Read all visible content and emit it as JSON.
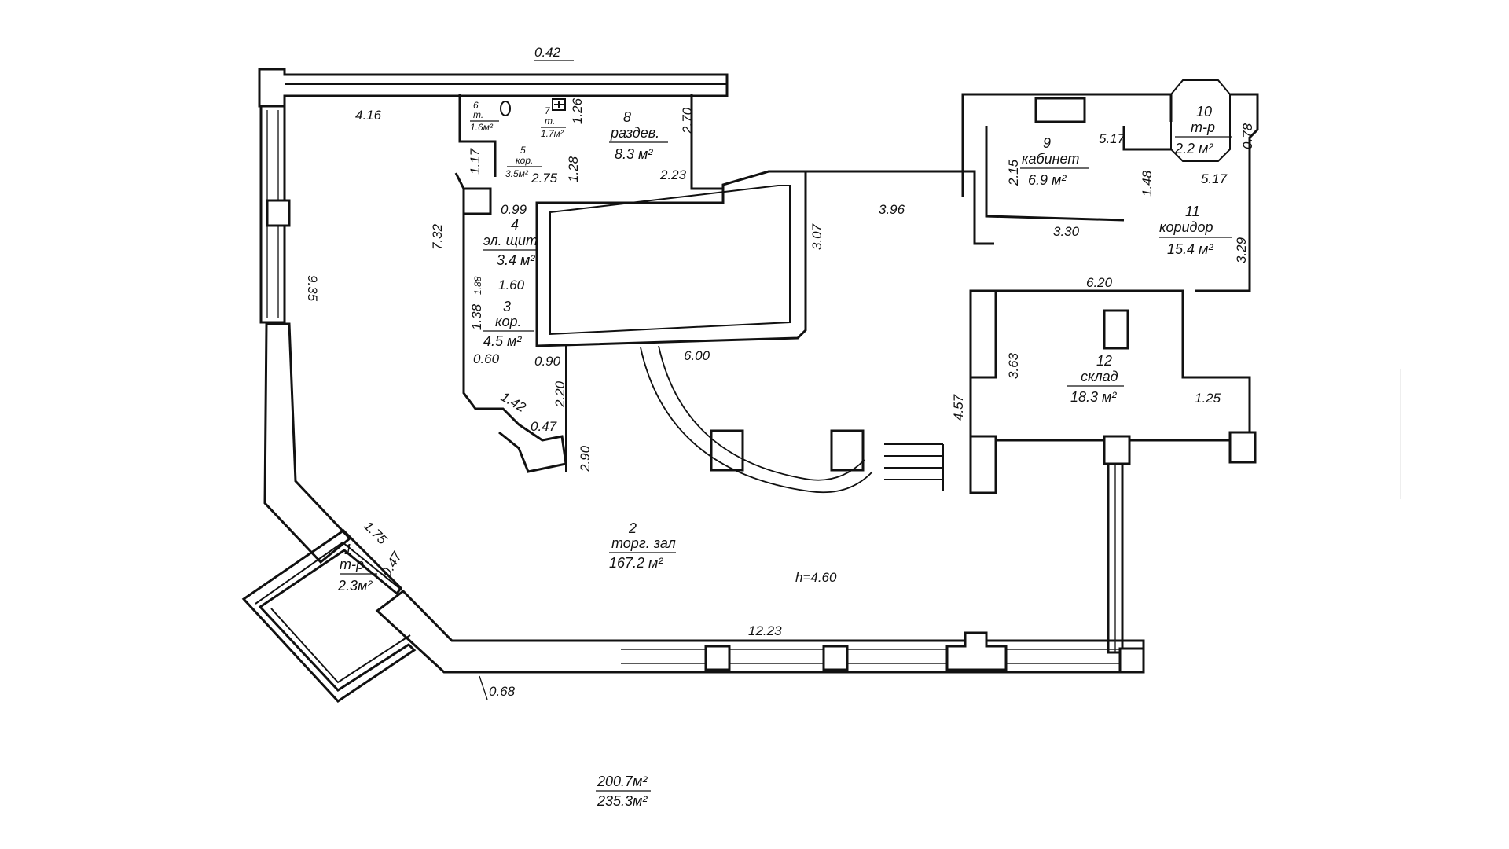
{
  "rooms": [
    {
      "num": "1",
      "name": "т-р",
      "area": "2.3м²"
    },
    {
      "num": "2",
      "name": "торг. зал",
      "area": "167.2 м²"
    },
    {
      "num": "3",
      "name": "кор.",
      "area": "4.5 м²"
    },
    {
      "num": "4",
      "name": "эл. щит",
      "area": "3.4 м²"
    },
    {
      "num": "5",
      "name": "кор.",
      "area": "3.5м²"
    },
    {
      "num": "6",
      "name": "т.",
      "area": "1.6м²"
    },
    {
      "num": "7",
      "name": "т.",
      "area": "1.7м²"
    },
    {
      "num": "8",
      "name": "раздев.",
      "area": "8.3 м²"
    },
    {
      "num": "9",
      "name": "кабинет",
      "area": "6.9 м²"
    },
    {
      "num": "10",
      "name": "т-р",
      "area": "2.2 м²"
    },
    {
      "num": "11",
      "name": "коридор",
      "area": "15.4 м²"
    },
    {
      "num": "12",
      "name": "склад",
      "area": "18.3 м²"
    }
  ],
  "dimensions": {
    "top_wall": "0.42",
    "hall_top": "4.16",
    "hall_left": "9.35",
    "d_1_75": "1.75",
    "d_0_47a": "0.47",
    "d_0_68": "0.68",
    "d_12_23": "12.23",
    "d_7_32": "7.32",
    "d_1_17": "1.17",
    "d_0_99": "0.99",
    "d_1_88": "1.88",
    "d_1_60": "1.60",
    "d_1_38": "1.38",
    "d_0_60": "0.60",
    "d_0_90": "0.90",
    "d_1_42": "1.42",
    "d_2_20": "2.20",
    "d_0_47b": "0.47",
    "d_2_90": "2.90",
    "d_2_75": "2.75",
    "d_1_28": "1.28",
    "d_1_26": "1.26",
    "d_2_70": "2.70",
    "d_2_23": "2.23",
    "d_3_07": "3.07",
    "d_3_96": "3.96",
    "d_6_00": "6.00",
    "d_2_15": "2.15",
    "d_5_17a": "5.17",
    "d_5_17b": "5.17",
    "d_0_78": "0.78",
    "d_1_48": "1.48",
    "d_3_30": "3.30",
    "d_3_29": "3.29",
    "d_6_20": "6.20",
    "d_3_63": "3.63",
    "d_4_57": "4.57",
    "d_1_25": "1.25"
  },
  "ceiling_height": "h=4.60",
  "totals": {
    "area_main": "200.7м²",
    "area_total": "235.3м²"
  },
  "colors": {
    "line": "#111111",
    "background": "#ffffff"
  }
}
